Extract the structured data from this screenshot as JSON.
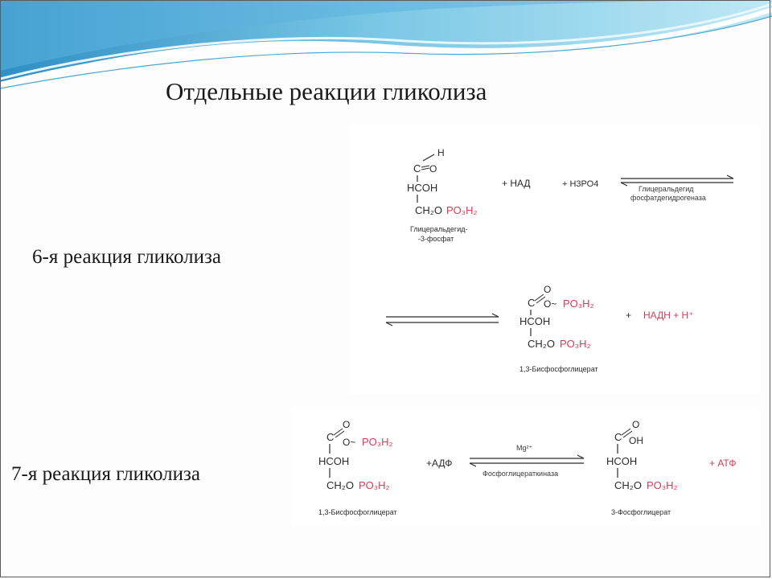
{
  "slide": {
    "title": "Отдельные реакции гликолиза",
    "reaction6_label": "6-я реакция гликолиза",
    "reaction7_label": "7-я реакция гликолиза"
  },
  "reaction6": {
    "substrate_name": "Глицеральдегид-",
    "substrate_name_line2": "-3-фосфат",
    "plus_nad": "+  НАД",
    "plus_h3po4": "+  Н3РО4",
    "enzyme_line1": "Глицеральдегид",
    "enzyme_line2": "фосфатдегидрогеназа",
    "product_name": "1,3-Бисфосфоглицерат",
    "plus_sign": "+",
    "product_extra": "НАДН + Н⁺"
  },
  "reaction7": {
    "substrate_name": "1,3-Бисфосфоглицерат",
    "adp": "+АДФ",
    "cofactor": "Mg²⁺",
    "enzyme": "Фосфоглицераткиназа",
    "product_name": "3-Фосфоглицерат",
    "atp": "+ АТФ"
  },
  "colors": {
    "accent_red": "#d63b55",
    "wave_blue": "#3fa6d6",
    "wave_light": "#bfe6f2"
  }
}
